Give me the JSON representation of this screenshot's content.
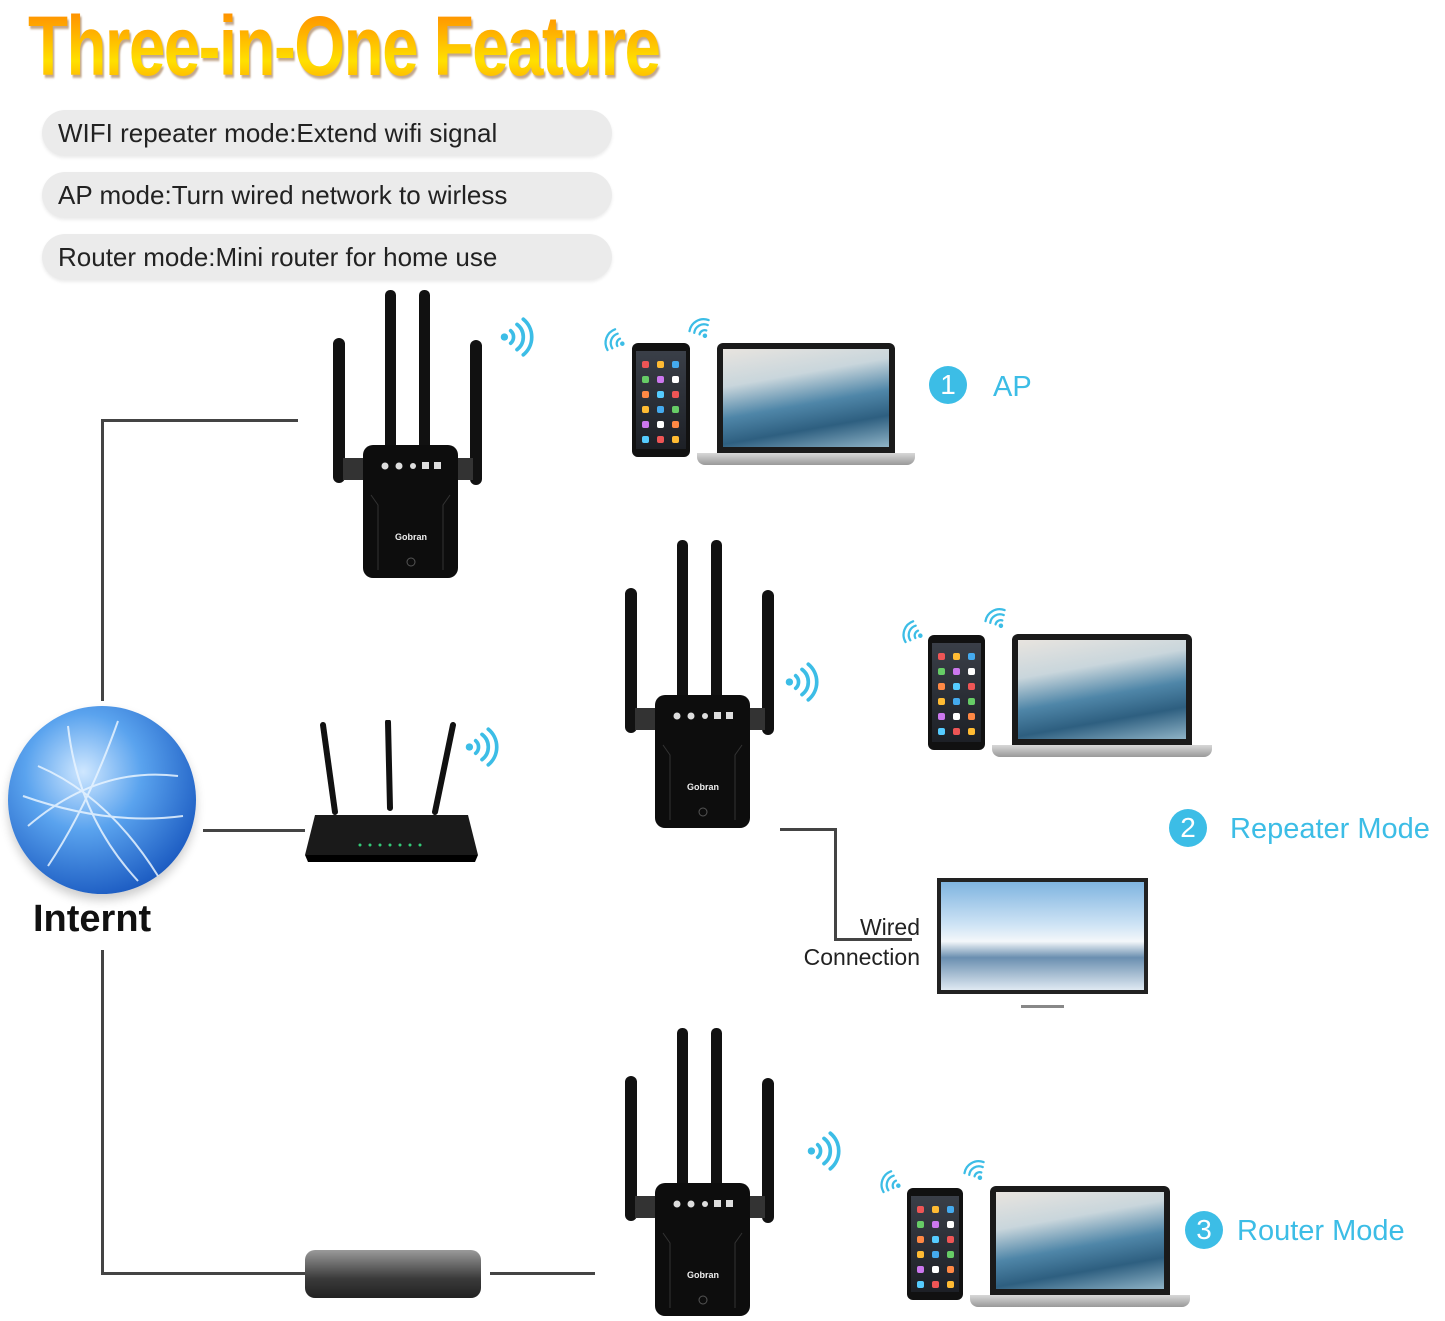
{
  "title": "Three-in-One Feature",
  "features": [
    "WIFI  repeater mode:Extend wifi signal",
    "AP mode:Turn wired network to wirless",
    "Router mode:Mini router for home use"
  ],
  "internet_label": "Internt",
  "device_brand": "Gobran",
  "modes": [
    {
      "number": "1",
      "label": "AP"
    },
    {
      "number": "2",
      "label": "Repeater Mode"
    },
    {
      "number": "3",
      "label": "Router Mode"
    }
  ],
  "wired_connection": [
    "Wired",
    "Connection"
  ],
  "colors": {
    "accent": "#3cbde6",
    "line": "#444444",
    "title_top": "#ff7a00",
    "title_mid": "#ffe000"
  }
}
